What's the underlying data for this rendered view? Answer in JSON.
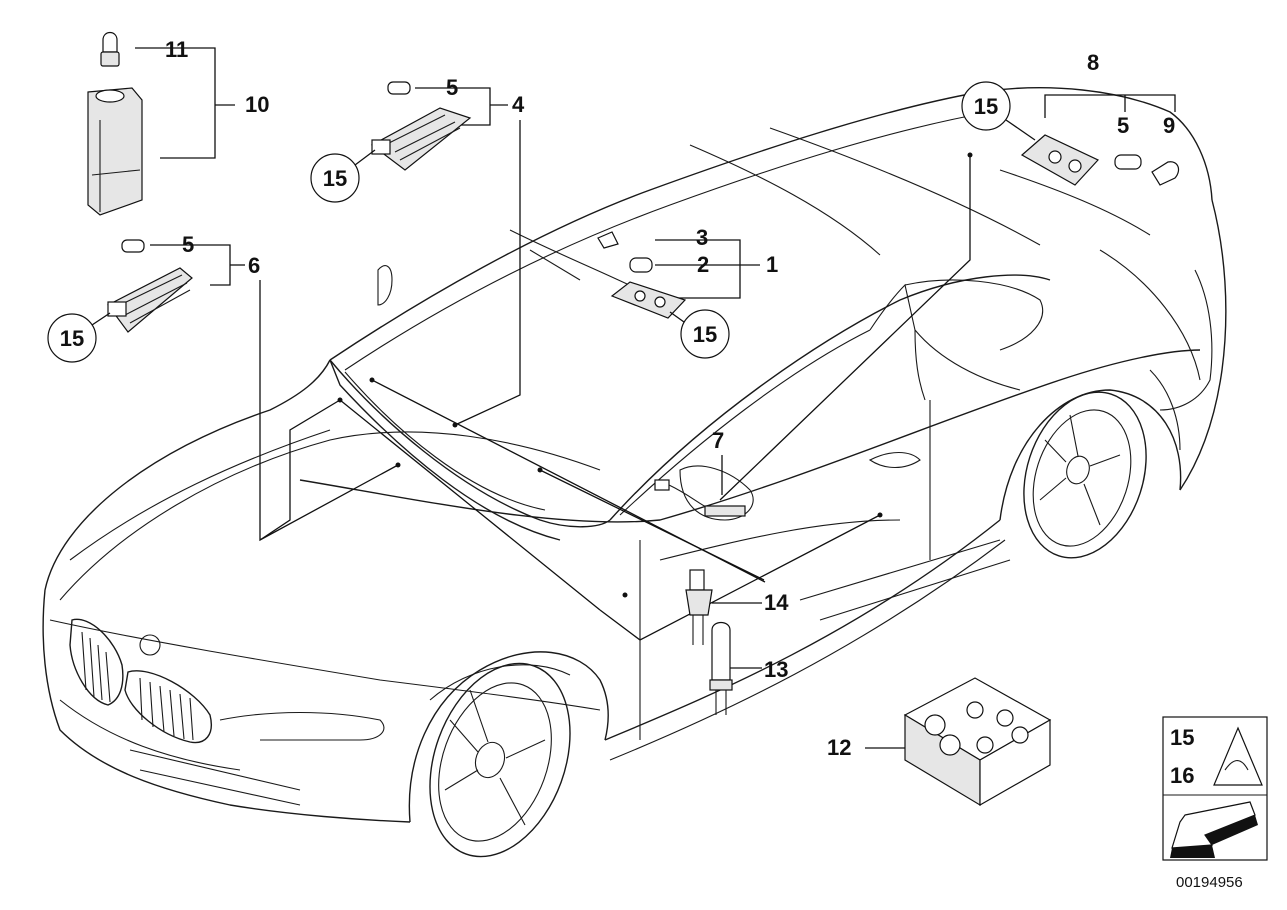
{
  "diagram": {
    "drawing_number": "00194956",
    "callouts": {
      "c1": "1",
      "c2": "2",
      "c3": "3",
      "c4": "4",
      "c5a": "5",
      "c5b": "5",
      "c5c": "5",
      "c6": "6",
      "c7": "7",
      "c8": "8",
      "c9": "9",
      "c10": "10",
      "c11": "11",
      "c12": "12",
      "c13": "13",
      "c14": "14",
      "c15a": "15",
      "c15b": "15",
      "c15c": "15",
      "c15d": "15"
    },
    "legend": {
      "top": "15",
      "bottom": "16"
    },
    "icons": [
      "car-silhouette-icon",
      "warning-triangle-icon",
      "arrow-icon"
    ]
  }
}
